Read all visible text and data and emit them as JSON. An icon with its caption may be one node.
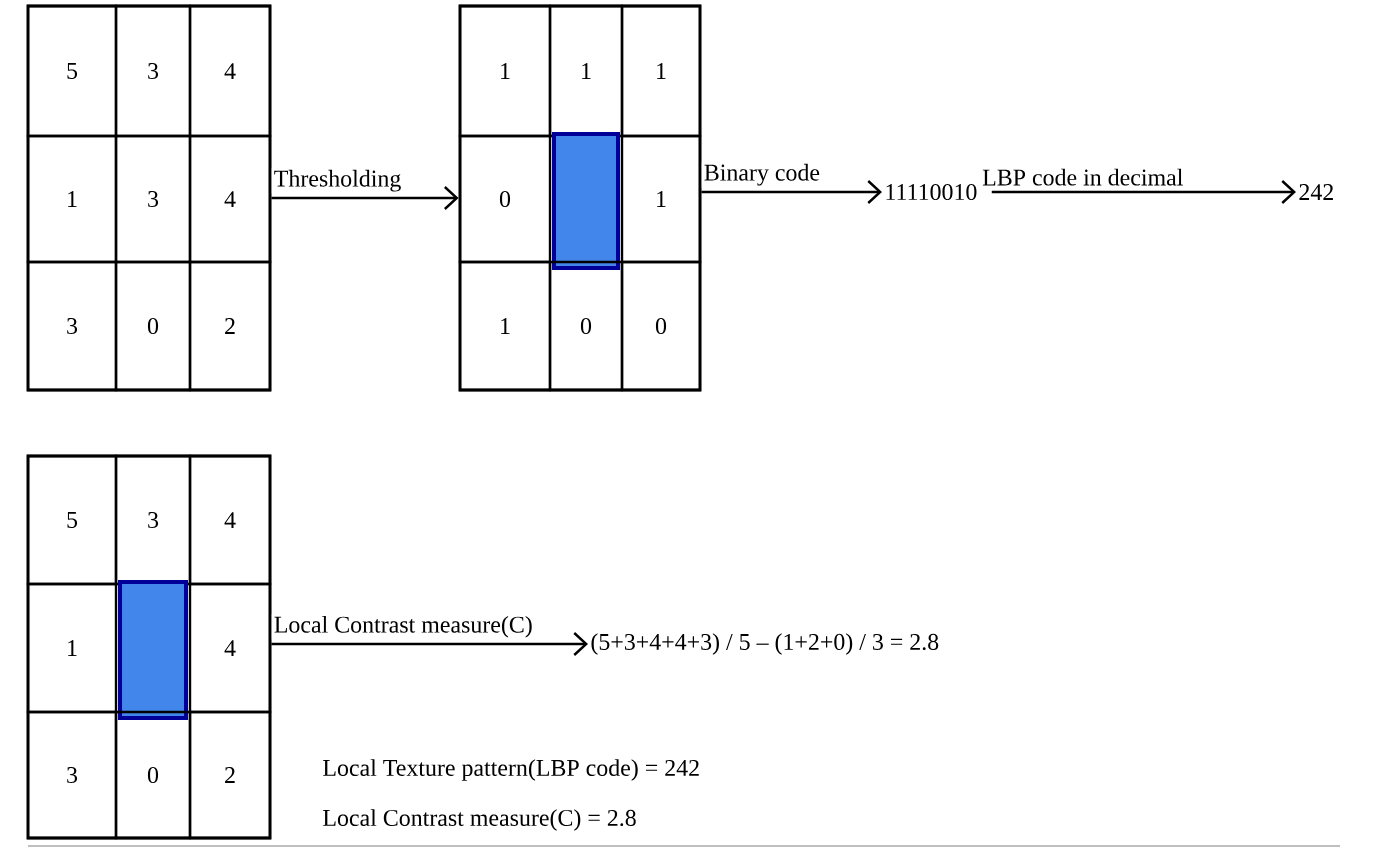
{
  "diagram": {
    "nodes": [
      {
        "text": [],
        "shape": "box"
      },
      {
        "text": [
          "5"
        ],
        "in": 0
      },
      {
        "text": [
          "3"
        ],
        "in": 0
      },
      {
        "text": [
          "4"
        ],
        "in": 0
      },
      {
        "text": [
          "1"
        ],
        "in": 0
      },
      {
        "text": [
          "3"
        ],
        "in": 0
      },
      {
        "text": [
          "4"
        ],
        "in": 0
      },
      {
        "text": [
          "3"
        ],
        "in": 0
      },
      {
        "text": [
          "0"
        ],
        "in": 0
      },
      {
        "text": [
          "2"
        ],
        "in": 0
      },
      {
        "text": [],
        "shape": "box"
      },
      {
        "text": [
          "1"
        ],
        "in": 10
      },
      {
        "text": [
          "1"
        ],
        "in": 10
      },
      {
        "text": [
          "1"
        ],
        "in": 10
      },
      {
        "text": [
          "0"
        ],
        "in": 10
      },
      {
        "text": [],
        "shape": "box",
        "in": 10
      },
      {
        "text": [
          "1"
        ],
        "in": 10
      },
      {
        "text": [
          "1"
        ],
        "in": 10
      },
      {
        "text": [
          "0"
        ],
        "in": 10
      },
      {
        "text": [
          "0"
        ],
        "in": 10
      },
      {
        "text": [
          "11110010"
        ]
      },
      {
        "text": [
          "242"
        ]
      },
      {
        "text": [],
        "shape": "box"
      },
      {
        "text": [
          "5"
        ],
        "in": 22
      },
      {
        "text": [
          "3"
        ],
        "in": 22
      },
      {
        "text": [
          "4"
        ],
        "in": 22
      },
      {
        "text": [
          "1"
        ],
        "in": 22
      },
      {
        "text": [],
        "shape": "box",
        "in": 22
      },
      {
        "text": [
          "4"
        ],
        "in": 22
      },
      {
        "text": [
          "3"
        ],
        "in": 22
      },
      {
        "text": [
          "0"
        ],
        "in": 22
      },
      {
        "text": [
          "2"
        ],
        "in": 22
      },
      {
        "text": [
          "(5+3+4+4+3) / 5 – (1+2+0) / 3 = 2.8"
        ]
      }
    ],
    "edges": [
      {
        "from": 0,
        "to": 10,
        "arrow": "to",
        "label": "Thresholding"
      },
      {
        "from": 10,
        "to": 20,
        "arrow": "to",
        "label": "Binary code"
      },
      {
        "from": 20,
        "to": 21,
        "arrow": "to",
        "label": "LBP code in decimal"
      },
      {
        "from": 22,
        "to": 32,
        "arrow": "to",
        "label": "Local Contrast measure(C)"
      }
    ],
    "labels": [
      "Local Texture pattern(LBP code) = 242",
      "Local Contrast measure(C) = 2.8"
    ]
  }
}
